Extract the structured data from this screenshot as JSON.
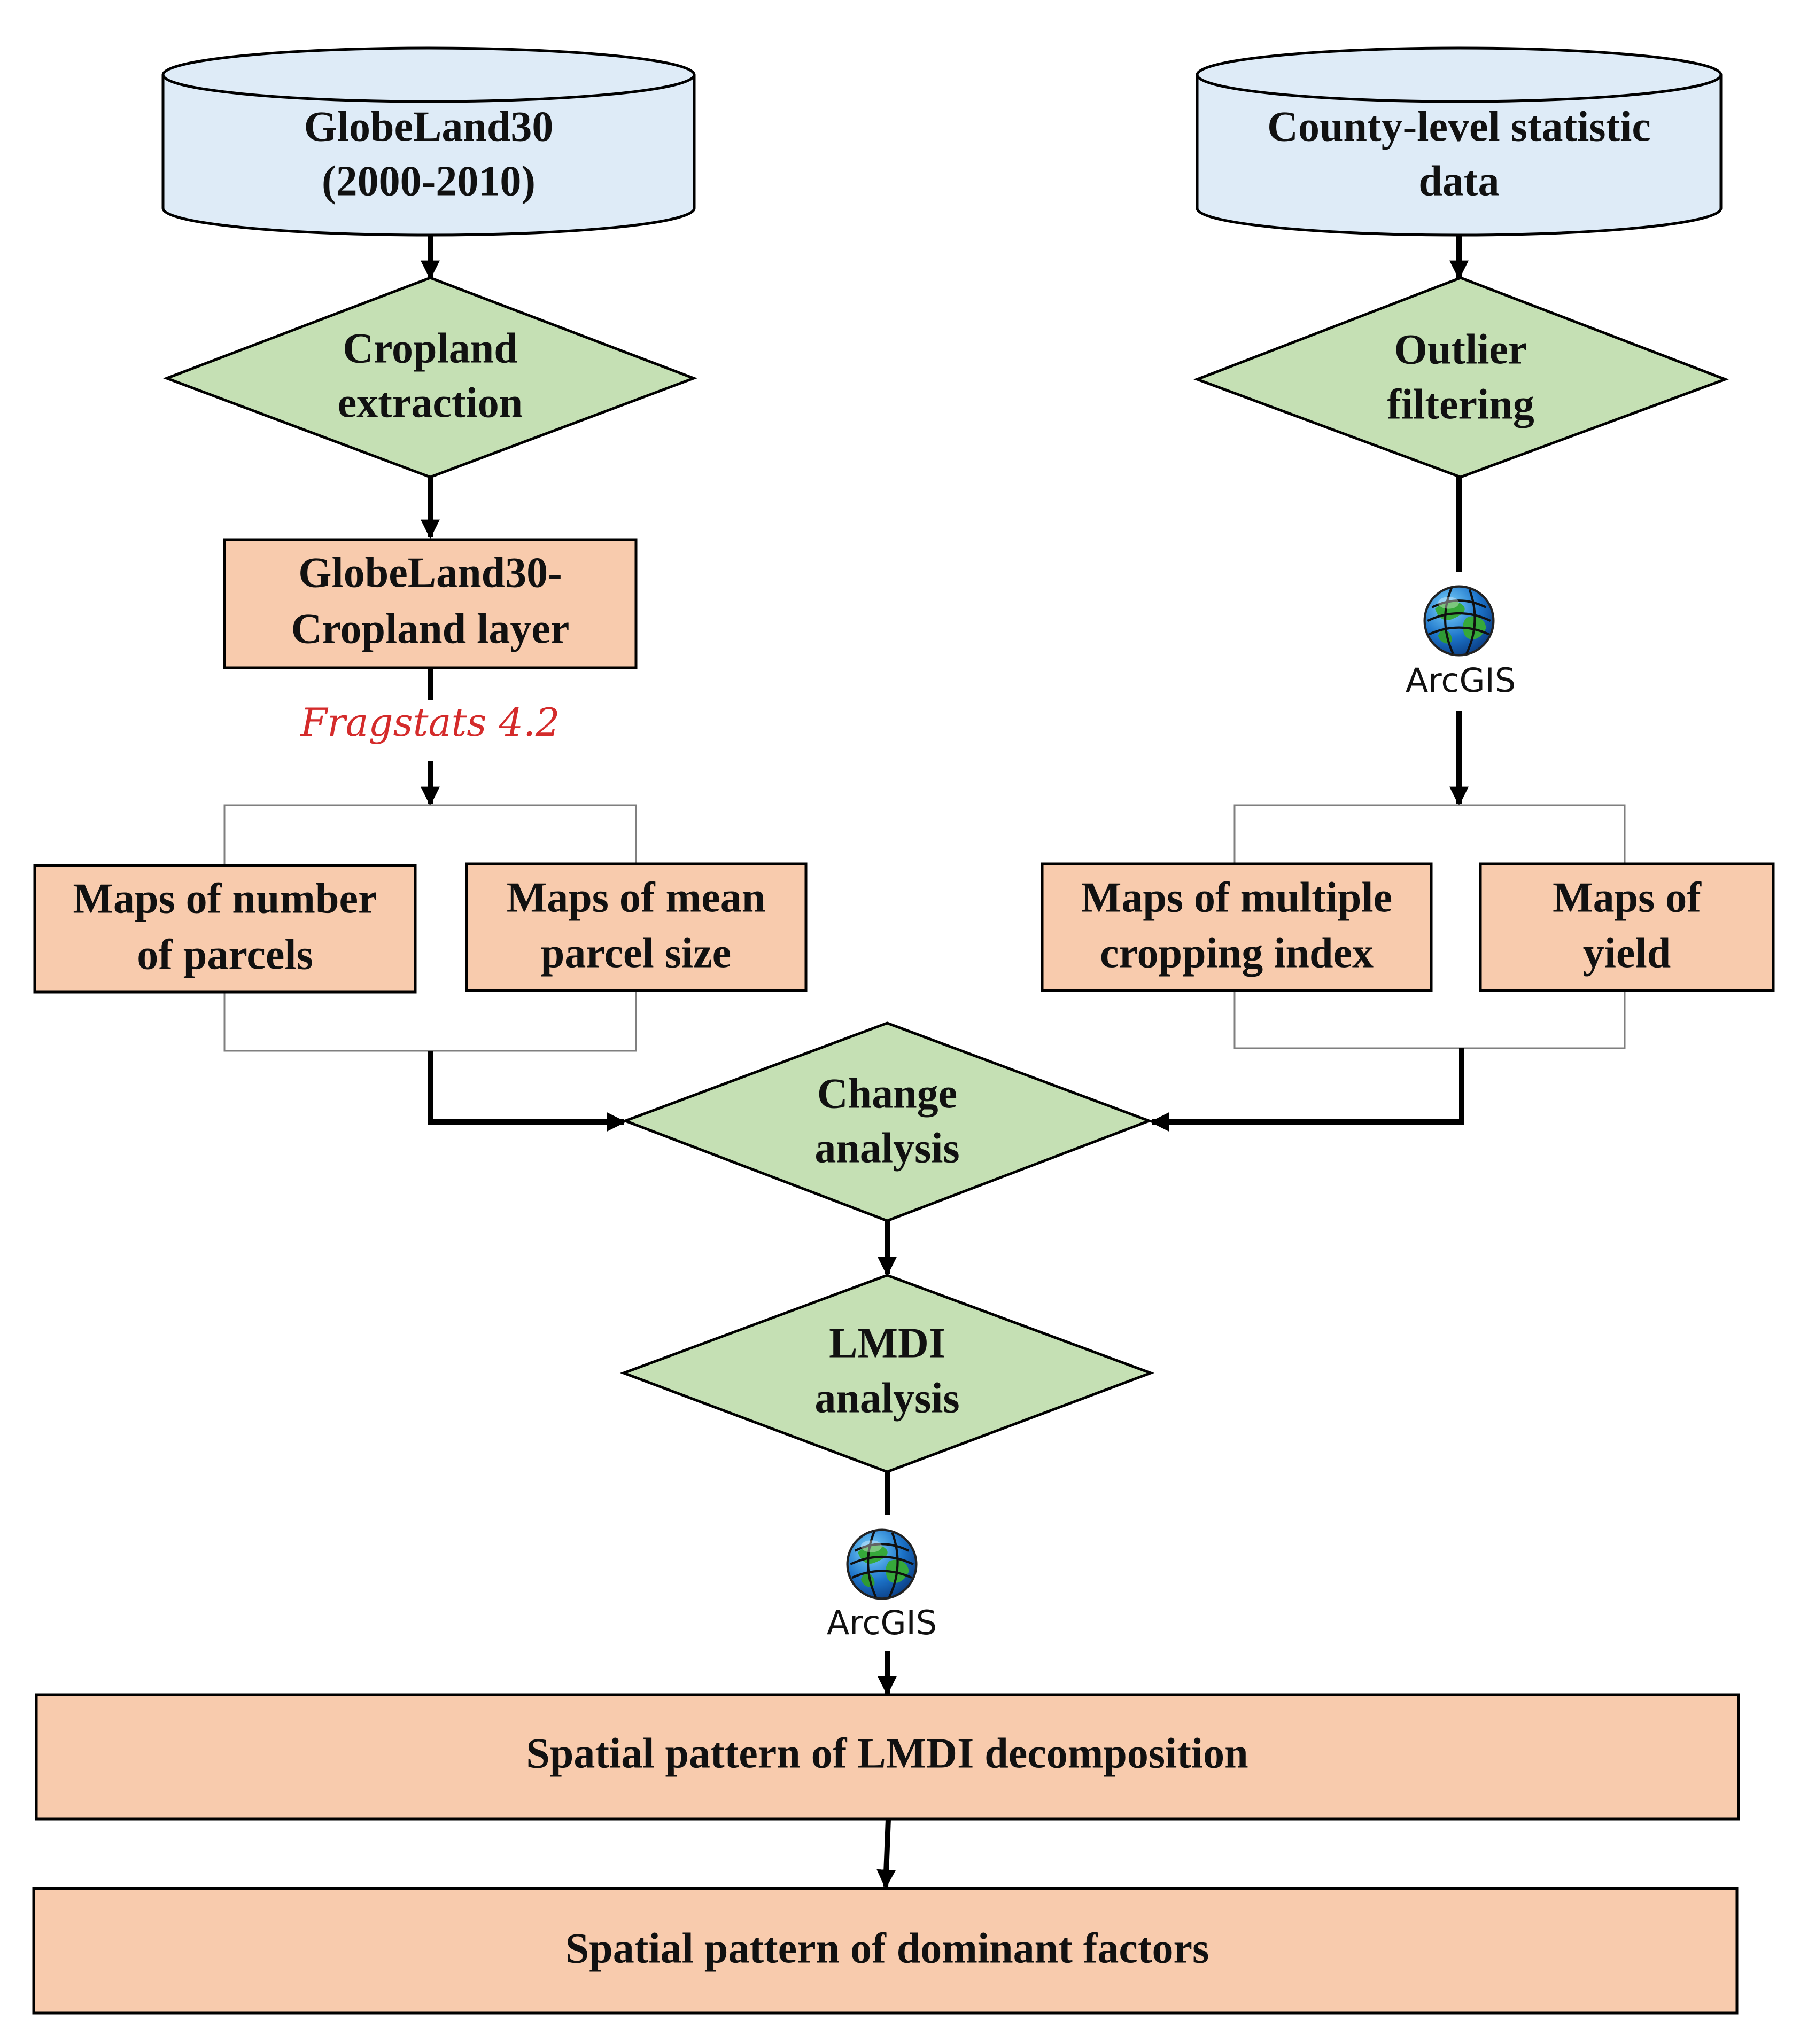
{
  "sources": {
    "globeland": [
      "GlobeLand30",
      "(2000-2010)"
    ],
    "county": [
      "County-level statistic",
      "data"
    ]
  },
  "processes": {
    "cropland_extraction": [
      "Cropland",
      "extraction"
    ],
    "outlier_filtering": [
      "Outlier",
      "filtering"
    ],
    "change_analysis": [
      "Change",
      "analysis"
    ],
    "lmdi_analysis": [
      "LMDI",
      "analysis"
    ]
  },
  "outputs": {
    "cropland_layer": [
      "GlobeLand30-",
      "Cropland layer"
    ],
    "number_of_parcels": [
      "Maps of number",
      "of parcels"
    ],
    "mean_parcel_size": [
      "Maps of mean",
      "parcel size"
    ],
    "multiple_cropping_index": [
      "Maps of multiple",
      "cropping index"
    ],
    "yield": [
      "Maps of",
      "yield"
    ],
    "spatial_lmdi": "Spatial pattern of LMDI decomposition",
    "spatial_dominant": "Spatial pattern of dominant factors"
  },
  "tools": {
    "fragstats": "Fragstats 4.2",
    "arcgis_right": "ArcGIS",
    "arcgis_center": "ArcGIS"
  },
  "icons": {
    "globe": "arcgis-globe-icon"
  },
  "colors": {
    "database_fill": "#deebf7",
    "process_fill": "#c5e0b4",
    "output_fill": "#f8cbad",
    "fragstats_text": "#d42b2b"
  }
}
